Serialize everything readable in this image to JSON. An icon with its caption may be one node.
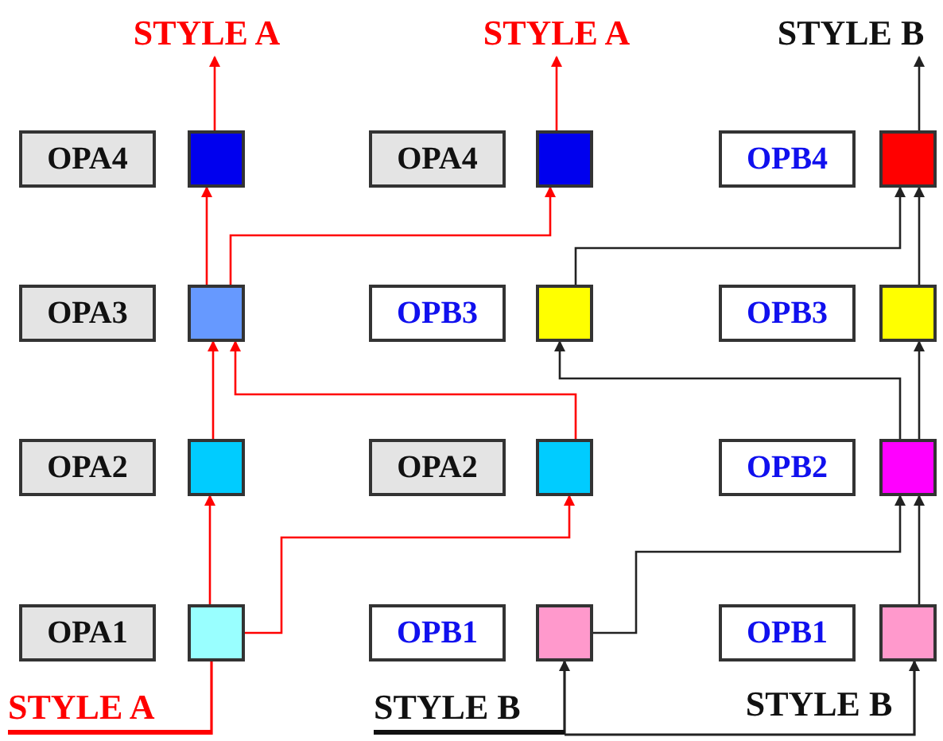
{
  "diagram": {
    "nodes": [
      {
        "text": [
          "STYLE A"
        ]
      },
      {
        "text": [
          "STYLE A"
        ]
      },
      {
        "text": [
          "STYLE B"
        ]
      },
      {
        "text": [
          "OPA4"
        ]
      },
      {
        "text": [],
        "shape": "box"
      },
      {
        "text": [
          "OPA4"
        ]
      },
      {
        "text": [],
        "shape": "box"
      },
      {
        "text": [
          "OPB4"
        ]
      },
      {
        "text": [],
        "shape": "box"
      },
      {
        "text": [
          "OPA3"
        ]
      },
      {
        "text": [],
        "shape": "box"
      },
      {
        "text": [
          "OPB3"
        ]
      },
      {
        "text": [],
        "shape": "box"
      },
      {
        "text": [
          "OPB3"
        ]
      },
      {
        "text": [],
        "shape": "box"
      },
      {
        "text": [
          "OPA2"
        ]
      },
      {
        "text": [],
        "shape": "box"
      },
      {
        "text": [
          "OPA2"
        ]
      },
      {
        "text": [],
        "shape": "box"
      },
      {
        "text": [
          "OPB2"
        ]
      },
      {
        "text": [],
        "shape": "box"
      },
      {
        "text": [
          "OPA1"
        ]
      },
      {
        "text": [],
        "shape": "box"
      },
      {
        "text": [
          "OPB1"
        ]
      },
      {
        "text": [],
        "shape": "box"
      },
      {
        "text": [
          "OPB1"
        ]
      },
      {
        "text": [],
        "shape": "box"
      },
      {
        "text": [
          "STYLE A"
        ]
      },
      {
        "text": [
          "STYLE B"
        ]
      },
      {
        "text": [
          "STYLE B"
        ]
      }
    ],
    "edges": [
      {
        "from": 4,
        "to": 0,
        "arrow": "to",
        "color": "#ff0000"
      },
      {
        "from": 10,
        "to": 4,
        "arrow": "to",
        "color": "#ff0000"
      },
      {
        "from": 10,
        "to": 6,
        "arrow": "to",
        "color": "#ff0000"
      },
      {
        "from": 16,
        "to": 10,
        "arrow": "to",
        "color": "#ff0000"
      },
      {
        "from": 18,
        "to": 10,
        "arrow": "to",
        "color": "#ff0000"
      },
      {
        "from": 22,
        "to": 16,
        "arrow": "to",
        "color": "#ff0000"
      },
      {
        "from": 22,
        "to": 18,
        "arrow": "to",
        "color": "#ff0000"
      },
      {
        "from": 27,
        "to": 22,
        "arrow": "none",
        "color": "#ff0000"
      },
      {
        "from": 6,
        "to": 1,
        "arrow": "to",
        "color": "#ff0000"
      },
      {
        "from": 8,
        "to": 2,
        "arrow": "to",
        "color": "#222222"
      },
      {
        "from": 12,
        "to": 8,
        "arrow": "to",
        "color": "#222222"
      },
      {
        "from": 14,
        "to": 8,
        "arrow": "to",
        "color": "#222222"
      },
      {
        "from": 20,
        "to": 14,
        "arrow": "to",
        "color": "#222222"
      },
      {
        "from": 20,
        "to": 12,
        "arrow": "to",
        "color": "#222222"
      },
      {
        "from": 24,
        "to": 20,
        "arrow": "to",
        "color": "#222222"
      },
      {
        "from": 26,
        "to": 20,
        "arrow": "to",
        "color": "#222222"
      },
      {
        "from": 28,
        "to": 24,
        "arrow": "to",
        "color": "#222222"
      },
      {
        "from": 28,
        "to": 26,
        "arrow": "to",
        "color": "#222222"
      }
    ]
  }
}
